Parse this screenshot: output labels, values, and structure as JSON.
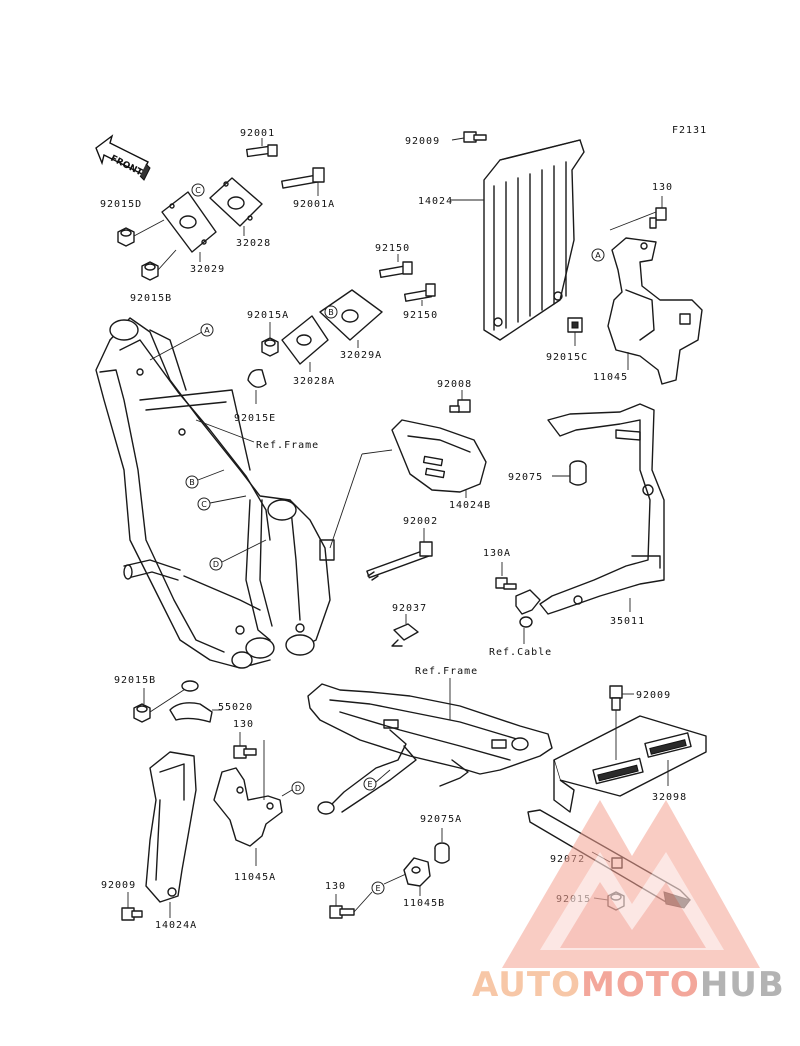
{
  "figure_code": "F2131",
  "front_label": "FRONT",
  "parts": {
    "p92001": "92001",
    "p92001A": "92001A",
    "p92015D": "92015D",
    "p32028": "32028",
    "p32029": "32029",
    "p92015B_top": "92015B",
    "p92009_top": "92009",
    "p14024": "14024",
    "p130_top": "130",
    "p11045": "11045",
    "p92015C": "92015C",
    "p92150_a": "92150",
    "p92150_b": "92150",
    "p92015A": "92015A",
    "p32029A": "32029A",
    "p32028A": "32028A",
    "p92015E": "92015E",
    "p92008": "92008",
    "p14024B": "14024B",
    "p92075": "92075",
    "p92002": "92002",
    "p130A": "130A",
    "p92037": "92037",
    "p35011": "35011",
    "p92015B_bot": "92015B",
    "p55020": "55020",
    "p130_mid": "130",
    "p11045A": "11045A",
    "p92009_mid": "92009",
    "p32098": "32098",
    "p92075A": "92075A",
    "p130_bot": "130",
    "p11045B": "11045B",
    "p92072": "92072",
    "p92015": "92015",
    "p92009_bot": "92009",
    "p14024A": "14024A"
  },
  "refs": {
    "frame_1": "Ref.Frame",
    "frame_2": "Ref.Frame",
    "cable": "Ref.Cable"
  },
  "callouts": {
    "A": "A",
    "B": "B",
    "C": "C",
    "D": "D",
    "E": "E"
  },
  "watermark": {
    "part1": "AUTO",
    "part2": "MOTO",
    "part3": "HUB",
    "color1": "#f5b58a",
    "color2": "#f08a7a",
    "color3": "#9a9a9a"
  }
}
